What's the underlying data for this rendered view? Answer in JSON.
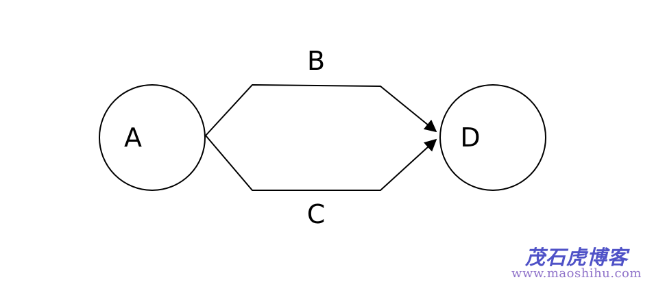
{
  "diagram": {
    "nodes": [
      {
        "id": "A",
        "label": "A"
      },
      {
        "id": "D",
        "label": "D"
      }
    ],
    "edges": [
      {
        "id": "B",
        "label": "B",
        "from": "A",
        "to": "D"
      },
      {
        "id": "C",
        "label": "C",
        "from": "A",
        "to": "D"
      }
    ]
  },
  "watermark": {
    "title": "茂石虎博客",
    "url": "www.maoshihu.com"
  },
  "colors": {
    "stroke": "#000000",
    "watermark_title": "#4f52c7",
    "watermark_url": "#8f72c9"
  }
}
